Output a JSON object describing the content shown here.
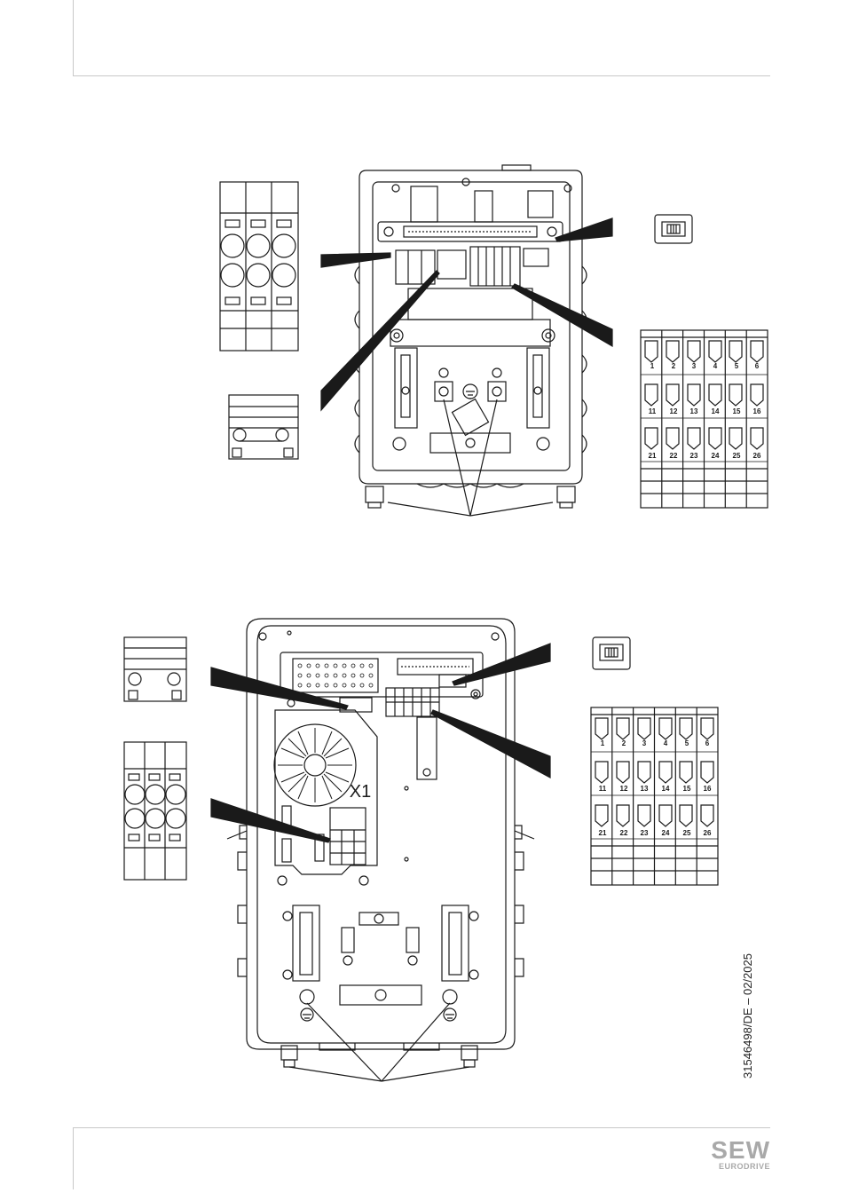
{
  "footer": {
    "doc_id": "31546498/DE – 02/2025",
    "logo_main": "SEW",
    "logo_sub": "EURODRIVE"
  },
  "top_figure": {
    "terminal_numbers": {
      "row1": [
        "1",
        "2",
        "3",
        "4",
        "5",
        "6"
      ],
      "row2": [
        "11",
        "12",
        "13",
        "14",
        "15",
        "16"
      ],
      "row3": [
        "21",
        "22",
        "23",
        "24",
        "25",
        "26"
      ]
    }
  },
  "bottom_figure": {
    "connector_label": "X1",
    "terminal_numbers": {
      "row1": [
        "1",
        "2",
        "3",
        "4",
        "5",
        "6"
      ],
      "row2": [
        "11",
        "12",
        "13",
        "14",
        "15",
        "16"
      ],
      "row3": [
        "21",
        "22",
        "23",
        "24",
        "25",
        "26"
      ]
    }
  },
  "colors": {
    "line": "#1a1a1a",
    "rule": "#c8c8c8",
    "logo": "#a9a9a9"
  }
}
